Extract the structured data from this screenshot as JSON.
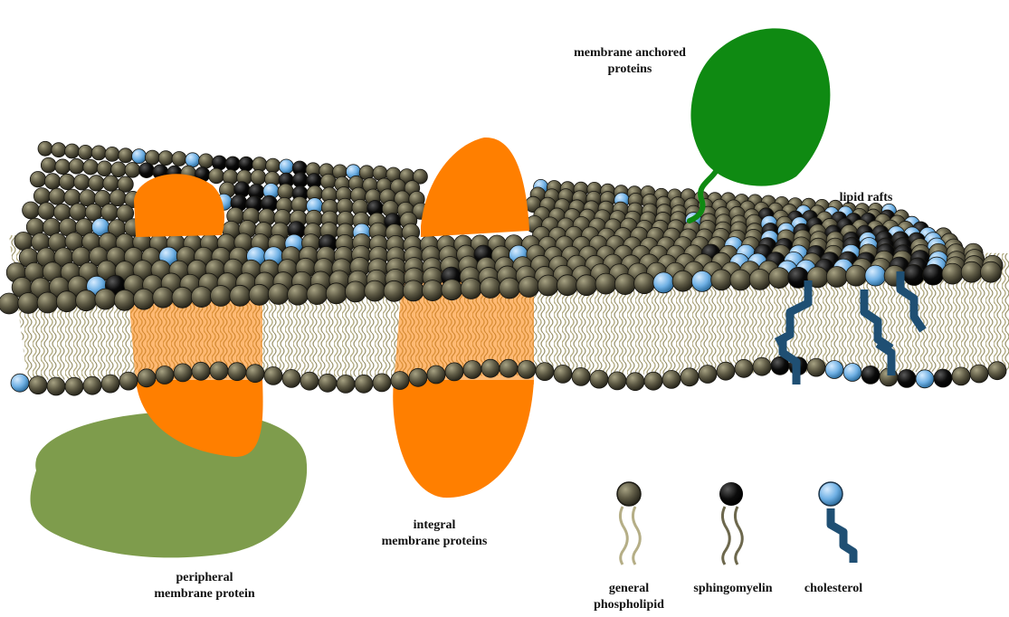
{
  "labels": {
    "membrane_anchored": [
      "membrane anchored",
      "proteins"
    ],
    "lipid_rafts": "lipid rafts",
    "integral": [
      "integral",
      "membrane proteins"
    ],
    "peripheral": [
      "peripheral",
      "membrane protein"
    ]
  },
  "legend": {
    "general_phospholipid": [
      "general",
      "phospholipid"
    ],
    "sphingomyelin": "sphingomyelin",
    "cholesterol": "cholesterol"
  },
  "colors": {
    "phospholipid_head": "#5e5a45",
    "sphingomyelin_head": "#0b0b0b",
    "cholesterol_head": "#6fb0e4",
    "tails": "#b5ae86",
    "cholesterol_body": "#1f4f73",
    "integral_protein": "#ff7f00",
    "anchored_protein": "#0f8a12",
    "peripheral_protein": "#7e9c4c"
  }
}
